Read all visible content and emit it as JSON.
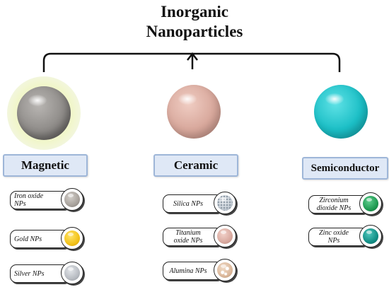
{
  "title": {
    "line1": "Inorganic",
    "line2": "Nanoparticles"
  },
  "categories": [
    {
      "label": "Magnetic",
      "sphere_color": "#8e8b88",
      "items": [
        {
          "name": "Iron oxide",
          "name2": "NPs",
          "icon": "iron-oxide-particle-icon",
          "color": "#a8a29c"
        },
        {
          "name": "Gold NPs",
          "icon": "gold-particle-icon",
          "color": "#f2c21a"
        },
        {
          "name": "Silver NPs",
          "icon": "silver-particle-icon",
          "color": "#b8bcc2"
        }
      ]
    },
    {
      "label": "Ceramic",
      "sphere_color": "#d8a89c",
      "items": [
        {
          "name": "Silica NPs",
          "icon": "silica-particle-icon",
          "color": "#c8d0d8"
        },
        {
          "name": "Titanium",
          "name2": "oxide NPs",
          "icon": "titanium-oxide-particle-icon",
          "color": "#d9aaa0"
        },
        {
          "name": "Alumina NPs",
          "icon": "alumina-particle-icon",
          "color": "#dcb99c"
        }
      ]
    },
    {
      "label": "Semiconductor",
      "sphere_color": "#1cbfc6",
      "items": [
        {
          "name": "Zirconium",
          "name2": "dioxide NPs",
          "icon": "zirconium-dioxide-particle-icon",
          "color": "#1f9a52"
        },
        {
          "name": "Zinc oxide",
          "name2": "NPs",
          "icon": "zinc-oxide-particle-icon",
          "color": "#138f86"
        }
      ]
    }
  ]
}
